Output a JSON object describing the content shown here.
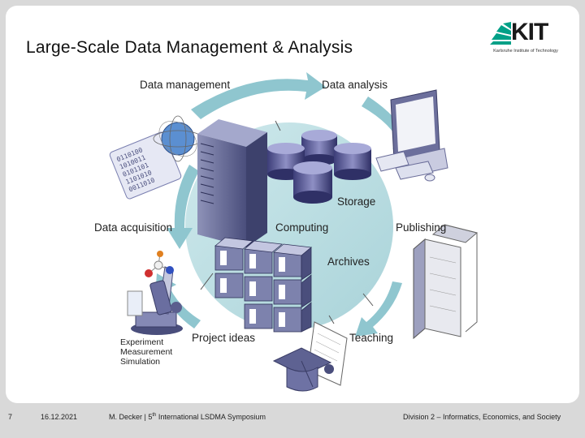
{
  "slide": {
    "title": "Large-Scale Data Management & Analysis"
  },
  "logo": {
    "text": "KIT",
    "subtitle": "Karlsruhe Institute of Technology"
  },
  "diagram": {
    "labels": {
      "data_management": "Data management",
      "data_analysis": "Data analysis",
      "data_acquisition": "Data acquisition",
      "computing": "Computing",
      "publishing": "Publishing",
      "storage": "Storage",
      "archives": "Archives",
      "project_ideas": "Project ideas",
      "teaching": "Teaching",
      "experiment": "Experiment",
      "measurement": "Measurement",
      "simulation": "Simulation"
    },
    "colors": {
      "circle": "#b9dde2",
      "arrow": "#8fc6cf",
      "server": "#5a5f8c",
      "cylinder": "#4b4d8a"
    }
  },
  "footer": {
    "page": "7",
    "date": "16.12.2021",
    "author_prefix": "M. Decker | 5",
    "author_sup": "th",
    "author_suffix": " International LSDMA Symposium",
    "division": "Division 2 – Informatics, Economics, and Society"
  }
}
